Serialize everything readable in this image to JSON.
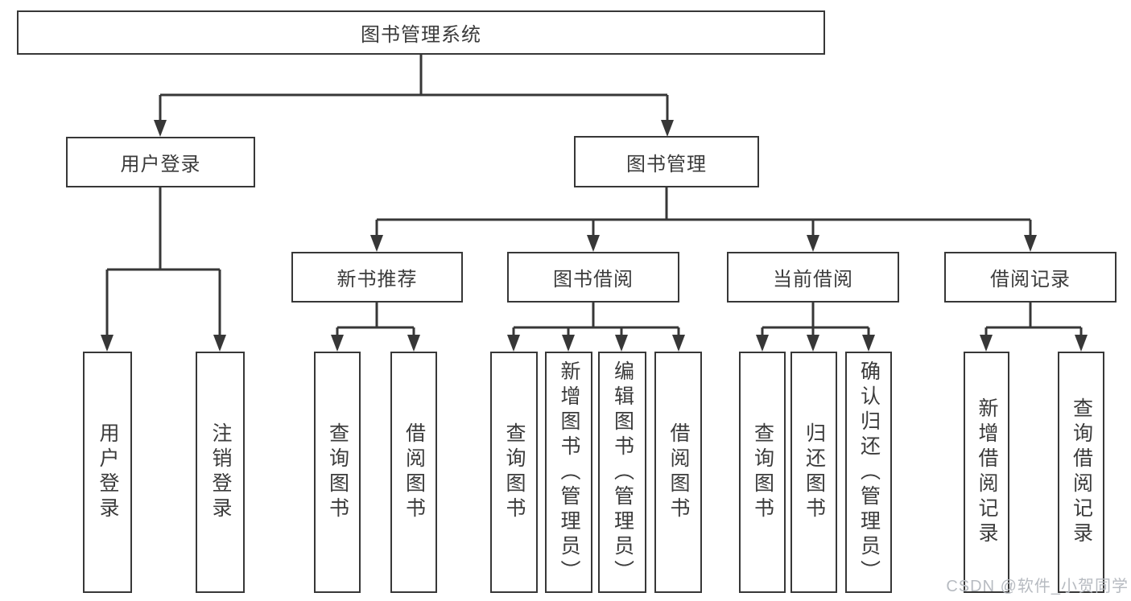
{
  "diagram": {
    "root": {
      "label": "图书管理系统"
    },
    "branches": [
      {
        "label": "用户登录",
        "children": [
          {
            "label": "用户登录"
          },
          {
            "label": "注销登录"
          }
        ]
      },
      {
        "label": "图书管理",
        "children": [
          {
            "label": "新书推荐",
            "children": [
              {
                "label": "查询图书"
              },
              {
                "label": "借阅图书"
              }
            ]
          },
          {
            "label": "图书借阅",
            "children": [
              {
                "label": "查询图书"
              },
              {
                "label": "新增图书（管理员）"
              },
              {
                "label": "编辑图书（管理员）"
              },
              {
                "label": "借阅图书"
              }
            ]
          },
          {
            "label": "当前借阅",
            "children": [
              {
                "label": "查询图书"
              },
              {
                "label": "归还图书"
              },
              {
                "label": "确认归还（管理员）"
              }
            ]
          },
          {
            "label": "借阅记录",
            "children": [
              {
                "label": "新增借阅记录"
              },
              {
                "label": "查询借阅记录"
              }
            ]
          }
        ]
      }
    ]
  },
  "watermark": {
    "text": "CSDN @软件_小贺同学"
  },
  "colors": {
    "line": "#373737",
    "box_border": "#373737",
    "text": "#3b3b3b",
    "watermark": "#b7bbc1",
    "background": "#ffffff"
  }
}
